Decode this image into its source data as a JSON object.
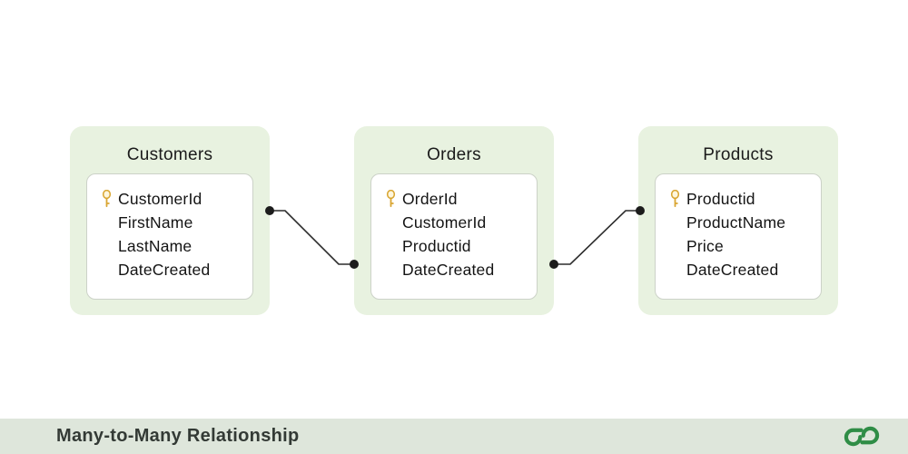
{
  "diagram": {
    "tables": [
      {
        "title": "Customers",
        "fields": [
          {
            "name": "CustomerId",
            "primary_key": true
          },
          {
            "name": "FirstName",
            "primary_key": false
          },
          {
            "name": "LastName",
            "primary_key": false
          },
          {
            "name": "DateCreated",
            "primary_key": false
          }
        ]
      },
      {
        "title": "Orders",
        "fields": [
          {
            "name": "OrderId",
            "primary_key": true
          },
          {
            "name": "CustomerId",
            "primary_key": false
          },
          {
            "name": "Productid",
            "primary_key": false
          },
          {
            "name": "DateCreated",
            "primary_key": false
          }
        ]
      },
      {
        "title": "Products",
        "fields": [
          {
            "name": "Productid",
            "primary_key": true
          },
          {
            "name": "ProductName",
            "primary_key": false
          },
          {
            "name": "Price",
            "primary_key": false
          },
          {
            "name": "DateCreated",
            "primary_key": false
          }
        ]
      }
    ],
    "connections": [
      {
        "from": "Customers",
        "to": "Orders"
      },
      {
        "from": "Orders",
        "to": "Products"
      }
    ]
  },
  "footer": {
    "caption": "Many-to-Many Relationship",
    "logo": "geeksforgeeks-logo"
  },
  "icons": {
    "primary_key": "key-icon"
  },
  "colors": {
    "panel_bg": "#e8f2e0",
    "inner_border": "#ccd2c8",
    "text": "#141414",
    "connector": "#2b2b2b",
    "key_gold": "#d9a633",
    "footer_bg": "#dee6db",
    "footer_text": "#333a35",
    "logo_green": "#2f8d46"
  }
}
